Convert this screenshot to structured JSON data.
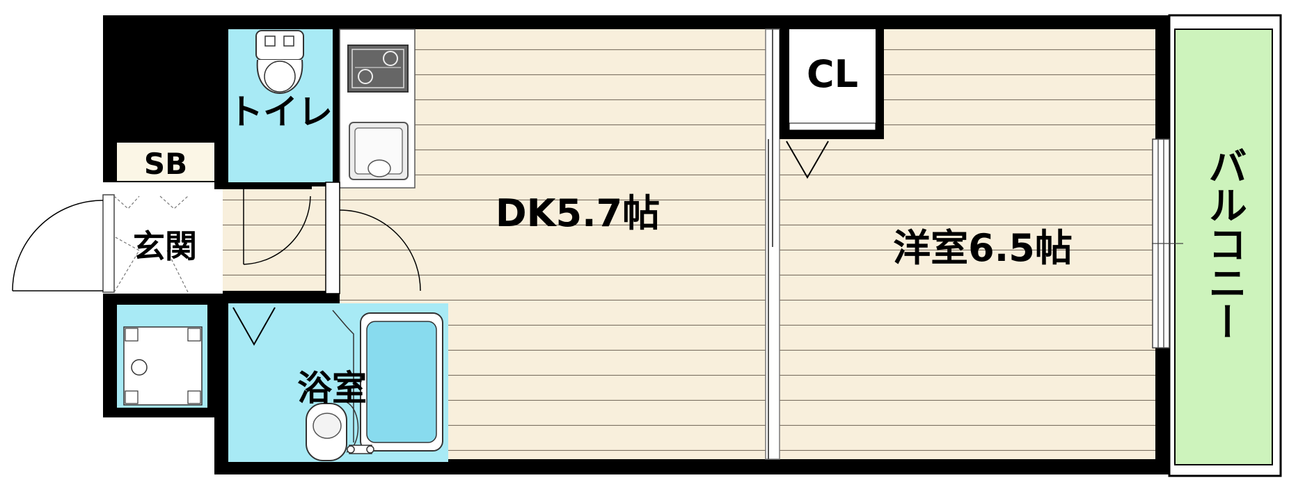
{
  "rooms": {
    "toilet": "トイレ",
    "shoe_box": "SB",
    "entrance": "玄関",
    "dining_kitchen": "DK5.7帖",
    "closet": "CL",
    "western_room": "洋室6.5帖",
    "balcony": "バルコニー",
    "bathroom": "浴室"
  },
  "colors": {
    "floor_wood": "#f8efdc",
    "wet_area": "#a8eaf5",
    "balcony": "#cdf3bc",
    "wall": "#000000",
    "shoe_box": "#fbf6e6"
  }
}
